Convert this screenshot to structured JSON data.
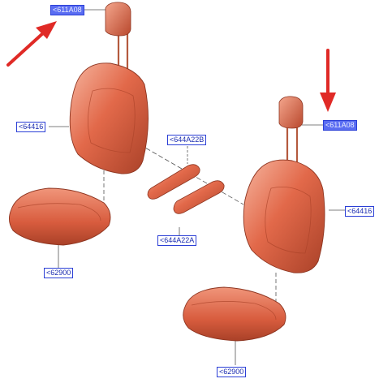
{
  "diagram": {
    "callouts": {
      "headrest_left": "<611A08",
      "seatback_left": "<64416",
      "armrest_b": "<644A22B",
      "armrest_a": "<644A22A",
      "cushion_left": "<62900",
      "headrest_right": "<611A08",
      "seatback_right": "<64416",
      "cushion_right": "<62900"
    },
    "colors": {
      "seat": "#e2694a",
      "seat_light": "#f6b59f",
      "seat_dark": "#a94128",
      "arrow": "#e02a26",
      "callout_border": "#2b3fd6",
      "callout_highlight": "#5a6df2",
      "leader": "#555555"
    }
  }
}
